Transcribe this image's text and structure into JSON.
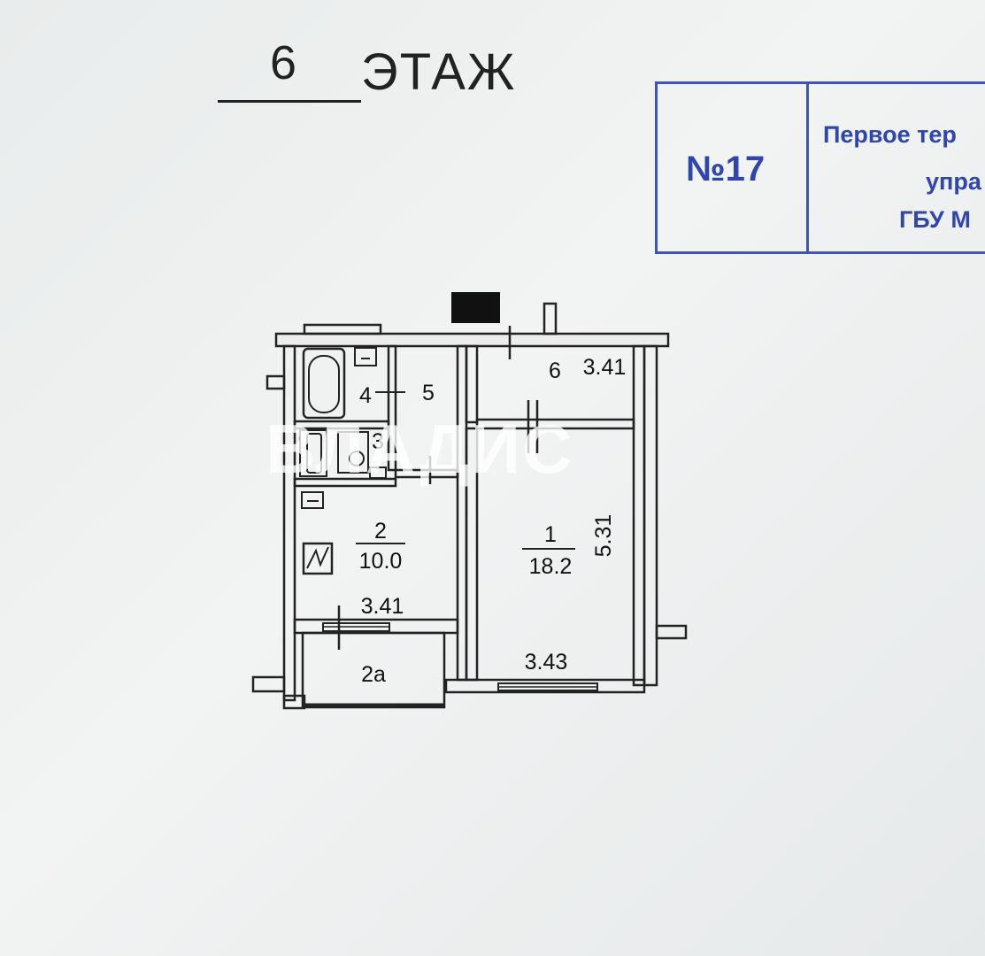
{
  "header": {
    "floor_number": "6",
    "floor_word": "ЭТАЖ"
  },
  "stamp": {
    "number": "№17",
    "line1": "Первое тер",
    "line2": "упра",
    "line3": "ГБУ М",
    "color": "#3f55b5"
  },
  "plan": {
    "rooms": [
      {
        "id": "1",
        "label": "1",
        "area": "18.2"
      },
      {
        "id": "2",
        "label": "2",
        "area": "10.0"
      },
      {
        "id": "2a",
        "label": "2а"
      },
      {
        "id": "3",
        "label": "3"
      },
      {
        "id": "4",
        "label": "4"
      },
      {
        "id": "5",
        "label": "5"
      },
      {
        "id": "6",
        "label": "6"
      }
    ],
    "dimensions": {
      "room6_width": "3.41",
      "room2_width": "3.41",
      "room1_width": "3.43",
      "room1_length": "5.31"
    }
  },
  "watermark": "ВЛАДИС"
}
